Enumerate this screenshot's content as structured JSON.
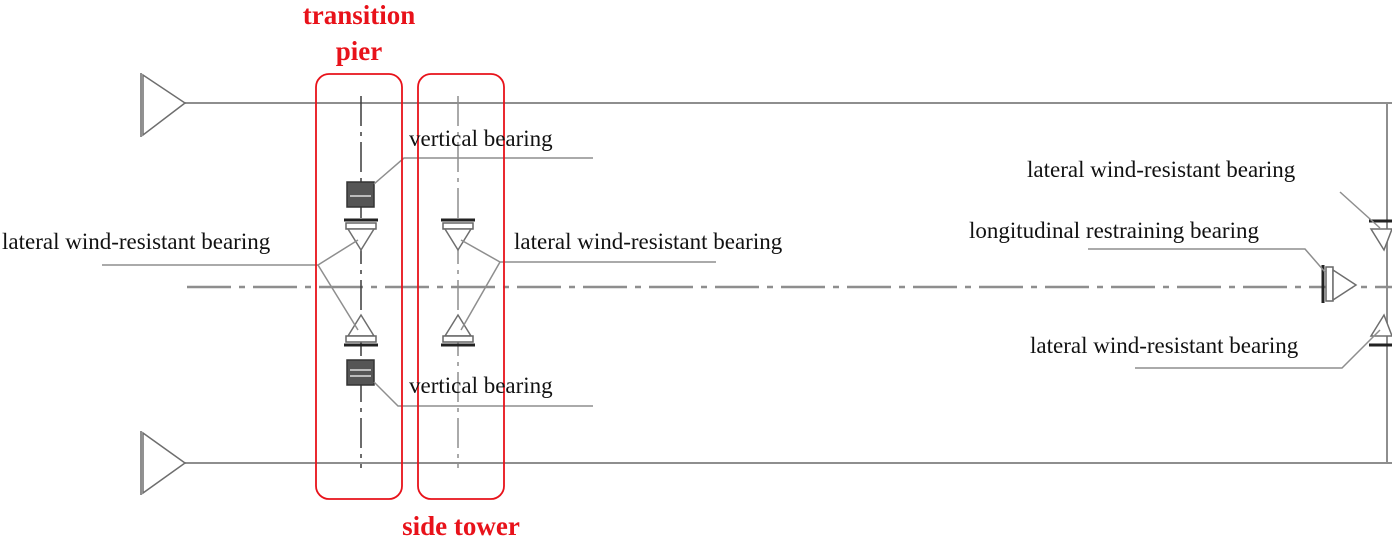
{
  "labels": {
    "transition_pier": [
      "transition",
      "pier"
    ],
    "side_tower": "side tower",
    "vertical_bearing_top": "vertical bearing",
    "vertical_bearing_bottom": "vertical bearing",
    "lateral_left": "lateral wind-resistant bearing",
    "lateral_middle": "lateral wind-resistant bearing",
    "lateral_right_top": "lateral wind-resistant bearing",
    "longitudinal_right": "longitudinal restraining bearing",
    "lateral_right_bottom": "lateral wind-resistant bearing"
  },
  "colors": {
    "highlight": "#e8121a",
    "lines": "#8e8e8e",
    "text": "#111111"
  }
}
